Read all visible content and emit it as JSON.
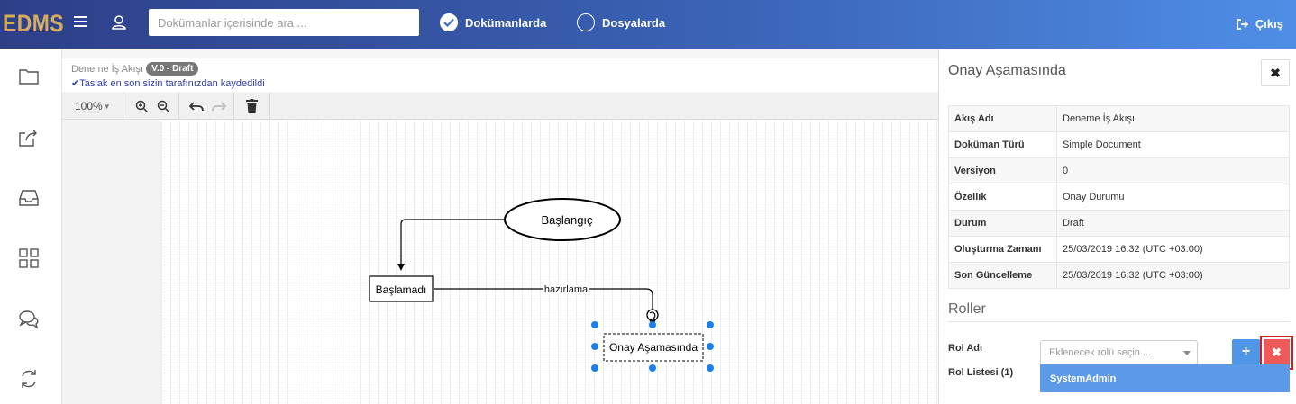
{
  "header": {
    "logo": "EDMS",
    "search_placeholder": "Dokümanlar içerisinde ara ...",
    "option_documents": "Dokümanlarda",
    "option_files": "Dosyalarda",
    "logout": "Çıkış"
  },
  "editor": {
    "workflow_name": "Deneme İş Akışı",
    "version_badge": "V.0 - Draft",
    "saved_message": "Taslak en son sizin tarafınızdan kaydedildi",
    "zoom": "100%"
  },
  "diagram": {
    "start_node": "Başlangıç",
    "box_node": "Başlamadı",
    "edge_label": "hazırlama",
    "selected_node": "Onay Aşamasında"
  },
  "panel": {
    "title": "Onay Aşamasında",
    "close": "✖",
    "rows": [
      {
        "key": "Akış Adı",
        "value": "Deneme İş Akışı"
      },
      {
        "key": "Doküman Türü",
        "value": "Simple Document"
      },
      {
        "key": "Versiyon",
        "value": "0"
      },
      {
        "key": "Özellik",
        "value": "Onay Durumu"
      },
      {
        "key": "Durum",
        "value": "Draft"
      },
      {
        "key": "Oluşturma Zamanı",
        "value": "25/03/2019 16:32 (UTC +03:00)"
      },
      {
        "key": "Son Güncelleme",
        "value": "25/03/2019 16:32 (UTC +03:00)"
      }
    ],
    "roles_title": "Roller",
    "role_name_label": "Rol Adı",
    "role_select_placeholder": "Eklenecek rolü seçin ...",
    "role_add": "+",
    "role_delete": "✖",
    "role_list_label": "Rol Listesi (1)",
    "role_items": [
      "SystemAdmin"
    ]
  },
  "colors": {
    "header_start": "#2d3f87",
    "header_end": "#4f8ee6",
    "logo": "#d5ac5c",
    "accent_blue": "#4f95e8",
    "danger": "#ee5a5a",
    "handle": "#1e7fe8"
  }
}
